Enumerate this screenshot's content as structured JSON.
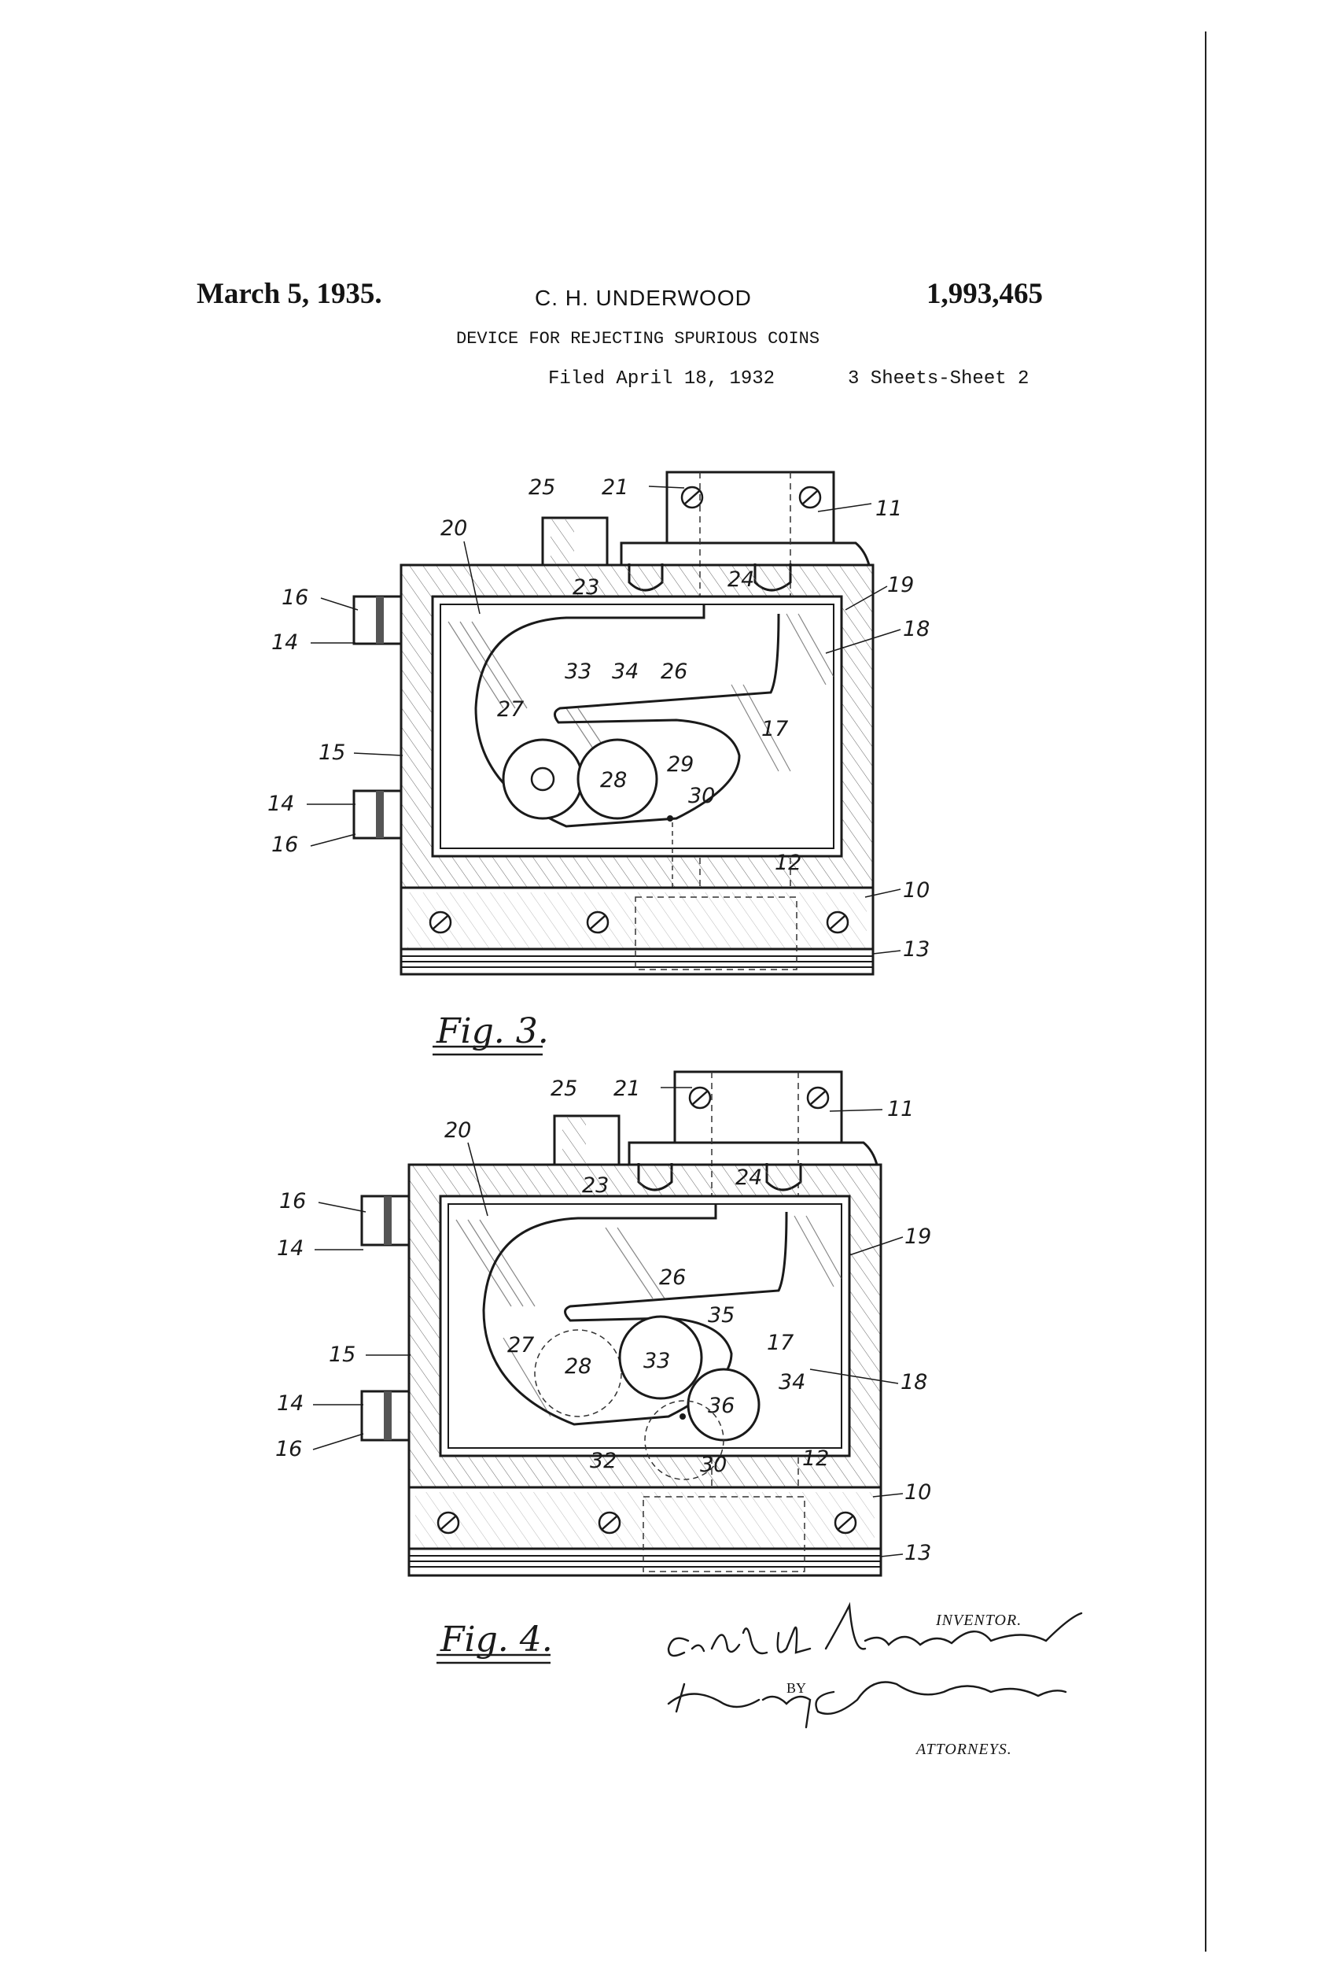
{
  "header": {
    "date": "March 5, 1935.",
    "inventor_name": "C. H. UNDERWOOD",
    "patent_number": "1,993,465",
    "title": "DEVICE FOR REJECTING SPURIOUS COINS",
    "filed": "Filed April 18, 1932",
    "sheets": "3 Sheets-Sheet 2"
  },
  "fig3": {
    "caption": "Fig. 3.",
    "labels": {
      "l25": "25",
      "l21": "21",
      "l11": "11",
      "l20": "20",
      "l23": "23",
      "l24": "24",
      "l19": "19",
      "l18": "18",
      "l16a": "16",
      "l14a": "14",
      "l33": "33",
      "l34": "34",
      "l26": "26",
      "l27": "27",
      "l17": "17",
      "l15": "15",
      "l29": "29",
      "l28": "28",
      "l14b": "14",
      "l30": "30",
      "l16b": "16",
      "l12": "12",
      "l10": "10",
      "l13": "13"
    }
  },
  "fig4": {
    "caption": "Fig. 4.",
    "labels": {
      "l25": "25",
      "l21": "21",
      "l11": "11",
      "l20": "20",
      "l16a": "16",
      "l23": "23",
      "l24": "24",
      "l19": "19",
      "l14a": "14",
      "l26": "26",
      "l35": "35",
      "l15": "15",
      "l27": "27",
      "l28": "28",
      "l33": "33",
      "l17": "17",
      "l34": "34",
      "l18": "18",
      "l14b": "14",
      "l36": "36",
      "l16b": "16",
      "l32": "32",
      "l30": "30",
      "l12": "12",
      "l10": "10",
      "l13": "13"
    }
  },
  "signature_block": {
    "inventor_label": "INVENTOR.",
    "inventor_signature": "Cecil H. Underwood",
    "by": "BY",
    "attorney_signature": "Harry C. Schroeder",
    "attorneys_label": "ATTORNEYS."
  }
}
